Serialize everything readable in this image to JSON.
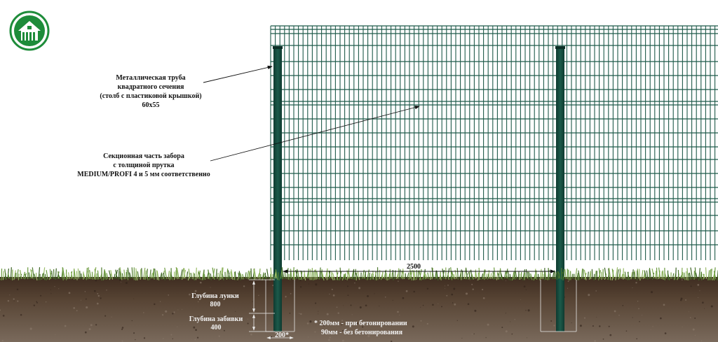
{
  "labels": {
    "pipe": {
      "line1": "Металлическая труба",
      "line2": "квадратного сечения",
      "line3": "(столб с пластиковой крышкой)",
      "line4": "60x55"
    },
    "section": {
      "line1": "Секционная часть забора",
      "line2": "с толщиной прутка",
      "line3": "MEDIUM/PROFI 4 и 5 мм соответственно"
    },
    "span": "2500",
    "hole_depth": {
      "line1": "Глубина лунки",
      "line2": "800"
    },
    "drive_depth": {
      "line1": "Глубина забивки",
      "line2": "400"
    },
    "width": "200*",
    "note": {
      "line1": "* 200мм - при бетонировании",
      "line2": "90мм - без бетонирования"
    }
  },
  "colors": {
    "mesh": "#1f5a4a",
    "post": "#174d40",
    "soil_top": "#4a3526",
    "soil_bottom": "#6b5a4c",
    "grass": "#5f8a3a",
    "logo": "#1e8c3a"
  },
  "icons": {
    "logo": "house-fence-logo-icon"
  }
}
